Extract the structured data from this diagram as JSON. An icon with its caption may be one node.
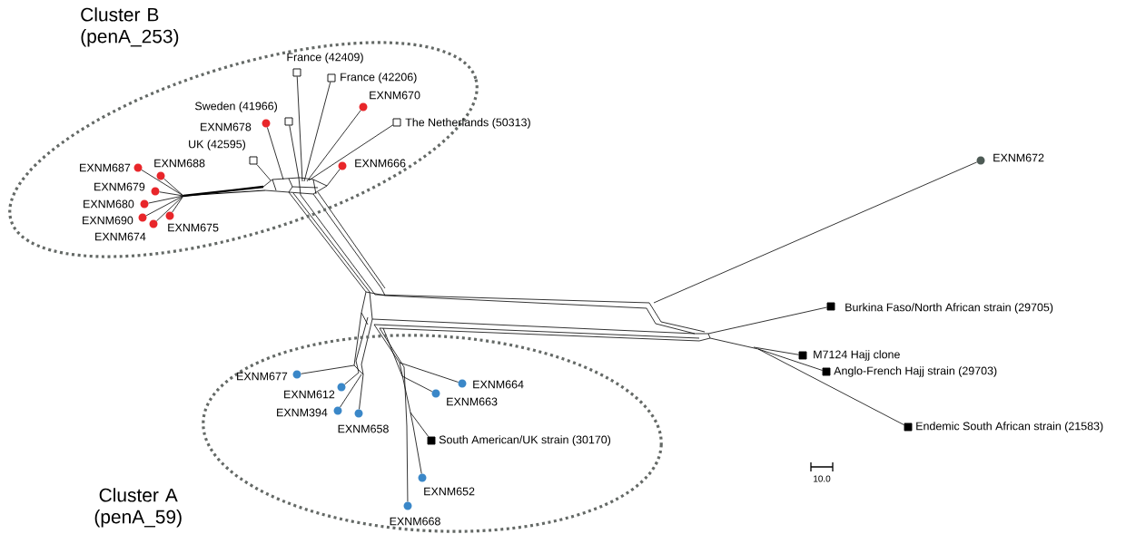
{
  "diagram": {
    "nodes": [
      {
        "text": [
          "Cluster B (penA_253)"
        ]
      },
      {
        "text": [],
        "shape": "box",
        "in": 0,
        "beside": [
          "France (42409)"
        ]
      },
      {
        "text": [],
        "shape": "box",
        "in": 0,
        "beside": [
          "France (42206)"
        ]
      },
      {
        "text": [],
        "shape": "circle",
        "in": 0,
        "beside": [
          "EXNM670"
        ]
      },
      {
        "text": [],
        "shape": "box",
        "in": 0,
        "beside": [
          "Sweden (41966)"
        ]
      },
      {
        "text": [],
        "shape": "circle",
        "in": 0,
        "beside": [
          "EXNM678"
        ]
      },
      {
        "text": [],
        "shape": "box",
        "in": 0,
        "beside": [
          "The Netherlands (50313)"
        ]
      },
      {
        "text": [],
        "shape": "box",
        "in": 0,
        "beside": [
          "UK (42595)"
        ]
      },
      {
        "text": [],
        "shape": "circle",
        "in": 0,
        "beside": [
          "EXNM666"
        ]
      },
      {
        "text": [],
        "shape": "circle",
        "in": 0,
        "beside": [
          "EXNM687"
        ]
      },
      {
        "text": [],
        "shape": "circle",
        "in": 0,
        "beside": [
          "EXNM688"
        ]
      },
      {
        "text": [],
        "shape": "circle",
        "in": 0,
        "beside": [
          "EXNM679"
        ]
      },
      {
        "text": [],
        "shape": "circle",
        "in": 0,
        "beside": [
          "EXNM680"
        ]
      },
      {
        "text": [],
        "shape": "circle",
        "in": 0,
        "beside": [
          "EXNM690"
        ]
      },
      {
        "text": [],
        "shape": "circle",
        "in": 0,
        "beside": [
          "EXNM675"
        ]
      },
      {
        "text": [],
        "shape": "circle",
        "in": 0,
        "beside": [
          "EXNM674"
        ]
      },
      {
        "text": [
          "Cluster A (penA_59)"
        ]
      },
      {
        "text": [],
        "shape": "circle",
        "in": 16,
        "beside": [
          "EXNM677"
        ]
      },
      {
        "text": [],
        "shape": "circle",
        "in": 16,
        "beside": [
          "EXNM612"
        ]
      },
      {
        "text": [],
        "shape": "circle",
        "in": 16,
        "beside": [
          "EXNM394"
        ]
      },
      {
        "text": [],
        "shape": "circle",
        "in": 16,
        "beside": [
          "EXNM658"
        ]
      },
      {
        "text": [],
        "shape": "circle",
        "in": 16,
        "beside": [
          "EXNM664"
        ]
      },
      {
        "text": [],
        "shape": "circle",
        "in": 16,
        "beside": [
          "EXNM663"
        ]
      },
      {
        "text": [],
        "shape": "box",
        "in": 16,
        "beside": [
          "South American/UK strain (30170)"
        ]
      },
      {
        "text": [],
        "shape": "circle",
        "in": 16,
        "beside": [
          "EXNM652"
        ]
      },
      {
        "text": [],
        "shape": "circle",
        "in": 16,
        "beside": [
          "EXNM668"
        ]
      },
      {
        "text": [],
        "shape": "circle",
        "beside": [
          "EXNM672"
        ]
      },
      {
        "text": [],
        "shape": "box",
        "beside": [
          "Burkina Faso/North African strain (29705)"
        ]
      },
      {
        "text": [],
        "shape": "box",
        "beside": [
          "M7124 Hajj clone"
        ]
      },
      {
        "text": [],
        "shape": "box",
        "beside": [
          "Anglo-French Hajj strain (29703)"
        ]
      },
      {
        "text": [],
        "shape": "box",
        "beside": [
          "Endemic South African strain (21583)"
        ]
      }
    ],
    "edges": [
      {
        "from": null,
        "to": 1,
        "arrow": "none"
      },
      {
        "from": null,
        "to": 2,
        "arrow": "none"
      },
      {
        "from": null,
        "to": 3,
        "arrow": "none"
      },
      {
        "from": null,
        "to": 4,
        "arrow": "none"
      },
      {
        "from": null,
        "to": 5,
        "arrow": "none"
      },
      {
        "from": null,
        "to": 6,
        "arrow": "none"
      },
      {
        "from": null,
        "to": 7,
        "arrow": "none"
      },
      {
        "from": null,
        "to": 8,
        "arrow": "none"
      },
      {
        "from": null,
        "to": 9,
        "arrow": "none"
      },
      {
        "from": null,
        "to": 10,
        "arrow": "none"
      },
      {
        "from": null,
        "to": 11,
        "arrow": "none"
      },
      {
        "from": null,
        "to": 12,
        "arrow": "none"
      },
      {
        "from": null,
        "to": 13,
        "arrow": "none"
      },
      {
        "from": null,
        "to": 14,
        "arrow": "none"
      },
      {
        "from": null,
        "to": 15,
        "arrow": "none"
      },
      {
        "from": null,
        "to": 17,
        "arrow": "none"
      },
      {
        "from": null,
        "to": 18,
        "arrow": "none"
      },
      {
        "from": null,
        "to": 19,
        "arrow": "none"
      },
      {
        "from": null,
        "to": 20,
        "arrow": "none"
      },
      {
        "from": null,
        "to": 21,
        "arrow": "none"
      },
      {
        "from": null,
        "to": 22,
        "arrow": "none"
      },
      {
        "from": null,
        "to": 23,
        "arrow": "none"
      },
      {
        "from": null,
        "to": 24,
        "arrow": "none"
      },
      {
        "from": null,
        "to": 25,
        "arrow": "none"
      },
      {
        "from": null,
        "to": 26,
        "arrow": "none"
      },
      {
        "from": null,
        "to": 27,
        "arrow": "none"
      },
      {
        "from": null,
        "to": 28,
        "arrow": "none"
      },
      {
        "from": null,
        "to": 29,
        "arrow": "none"
      },
      {
        "from": null,
        "to": 30,
        "arrow": "none"
      }
    ],
    "labels": [
      "10.0"
    ]
  }
}
